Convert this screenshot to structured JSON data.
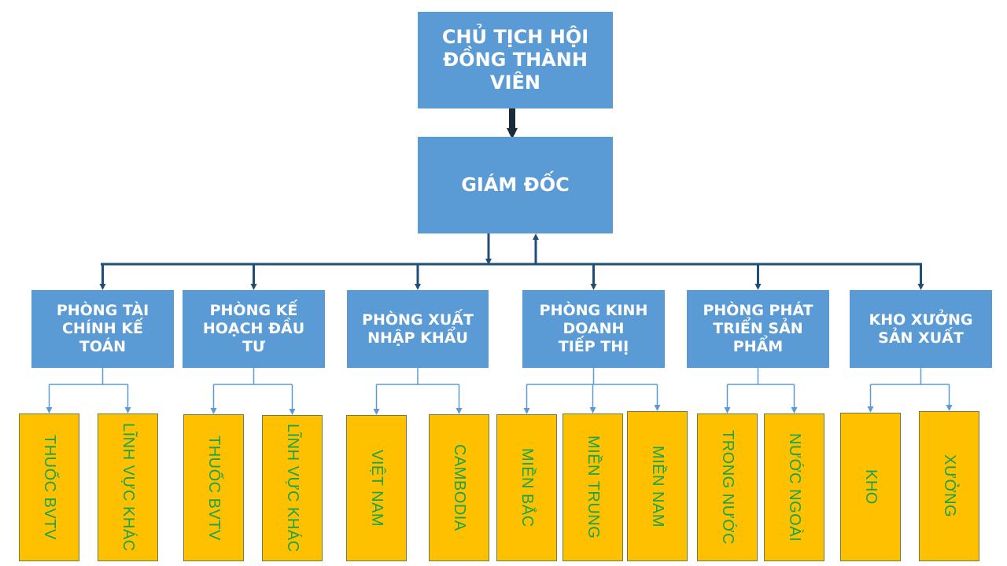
{
  "chairman": "CHỦ TỊCH HỘI\nĐỒNG THÀNH\nVIÊN",
  "director": "GIÁM ĐỐC",
  "departments": [
    {
      "label": "PHÒNG TÀI\nCHÍNH KẾ\nTOÁN",
      "children": [
        "THUỐC BVTV",
        "LĨNH VỰC KHÁC"
      ]
    },
    {
      "label": "PHÒNG KẾ\nHOẠCH ĐẦU\nTƯ",
      "children": [
        "THUỐC BVTV",
        "LĨNH VỰC KHÁC"
      ]
    },
    {
      "label": "PHÒNG XUẤT\nNHẬP KHẨU",
      "children": [
        "VIỆT  NAM",
        "CAMBODIA"
      ]
    },
    {
      "label": "PHÒNG KINH\nDOANH\nTIẾP THỊ",
      "children": [
        "MIỀN  BẮC",
        "MIỀN  TRUNG",
        "MIỀN  NAM"
      ]
    },
    {
      "label": "PHÒNG PHÁT\nTRIỂN SẢN\nPHẨM",
      "children": [
        "TRONG NƯỚC",
        "NƯỚC NGOÀI"
      ]
    },
    {
      "label": "KHO XƯỞNG\nSẢN XUẤT",
      "children": [
        "KHO",
        "XƯỞNG"
      ]
    }
  ],
  "colors": {
    "node_fill": "#5b9bd5",
    "leaf_fill": "#ffc000",
    "leaf_text": "#1aa34a",
    "main_connector": "#1f4e79",
    "sub_connector": "#5b9bd5"
  }
}
